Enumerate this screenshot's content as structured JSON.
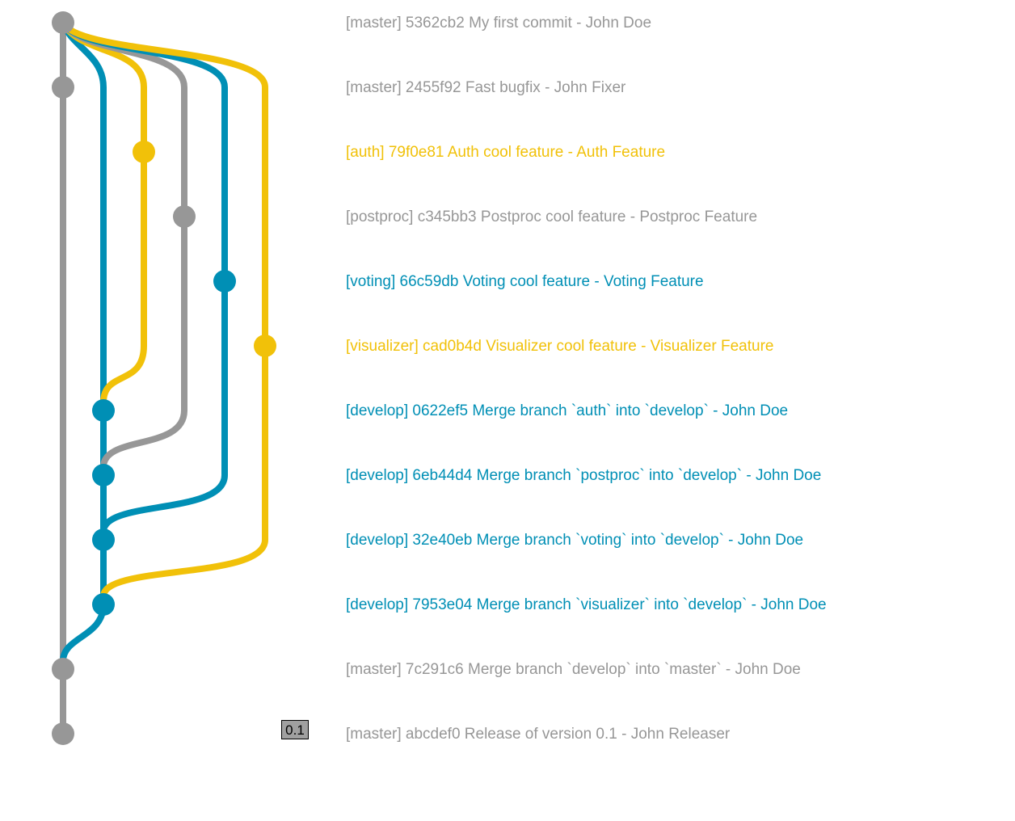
{
  "colors": {
    "master": "#979797",
    "develop": "#008fb5",
    "auth": "#f1c109",
    "postproc": "#979797",
    "voting": "#008fb5",
    "visualizer": "#f1c109"
  },
  "commits": [
    {
      "branch": "master",
      "label": "[master] 5362cb2 My first commit - John Doe"
    },
    {
      "branch": "master",
      "label": "[master] 2455f92 Fast bugfix - John Fixer"
    },
    {
      "branch": "auth",
      "label": "[auth] 79f0e81 Auth cool feature - Auth Feature"
    },
    {
      "branch": "postproc",
      "label": "[postproc] c345bb3 Postproc cool feature - Postproc Feature"
    },
    {
      "branch": "voting",
      "label": "[voting] 66c59db Voting cool feature - Voting Feature"
    },
    {
      "branch": "visualizer",
      "label": "[visualizer] cad0b4d Visualizer cool feature - Visualizer Feature"
    },
    {
      "branch": "develop",
      "label": "[develop] 0622ef5 Merge branch `auth` into `develop` - John Doe"
    },
    {
      "branch": "develop",
      "label": "[develop] 6eb44d4 Merge branch `postproc` into `develop` - John Doe"
    },
    {
      "branch": "develop",
      "label": "[develop] 32e40eb Merge branch `voting` into `develop` - John Doe"
    },
    {
      "branch": "develop",
      "label": "[develop] 7953e04 Merge branch `visualizer` into `develop` - John Doe"
    },
    {
      "branch": "master",
      "label": "[master] 7c291c6 Merge branch `develop` into `master` - John Doe"
    },
    {
      "branch": "master",
      "label": "[master] abcdef0 Release of version 0.1 - John Releaser"
    }
  ],
  "tag": {
    "label": "0.1"
  }
}
